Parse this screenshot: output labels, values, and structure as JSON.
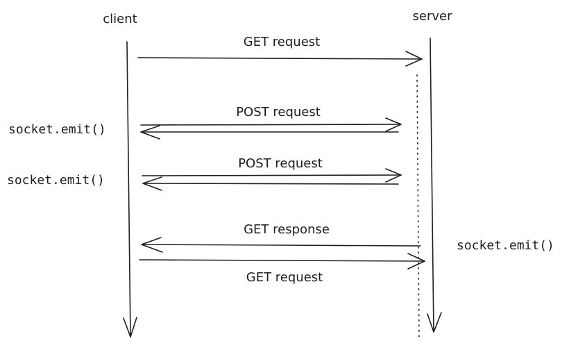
{
  "participants": {
    "client": "client",
    "server": "server"
  },
  "messages": [
    {
      "label": "GET request",
      "direction": "client-to-server"
    },
    {
      "label": "POST request",
      "direction": "both"
    },
    {
      "label": "POST request",
      "direction": "both"
    },
    {
      "label": "GET response",
      "direction": "server-to-client"
    },
    {
      "label": "GET request",
      "direction": "client-to-server"
    }
  ],
  "side_notes": [
    {
      "text": "socket.emit()",
      "side": "client"
    },
    {
      "text": "socket.emit()",
      "side": "client"
    },
    {
      "text": "socket.emit()",
      "side": "server"
    }
  ],
  "colors": {
    "ink": "#1e1e1e",
    "background": "#ffffff"
  }
}
